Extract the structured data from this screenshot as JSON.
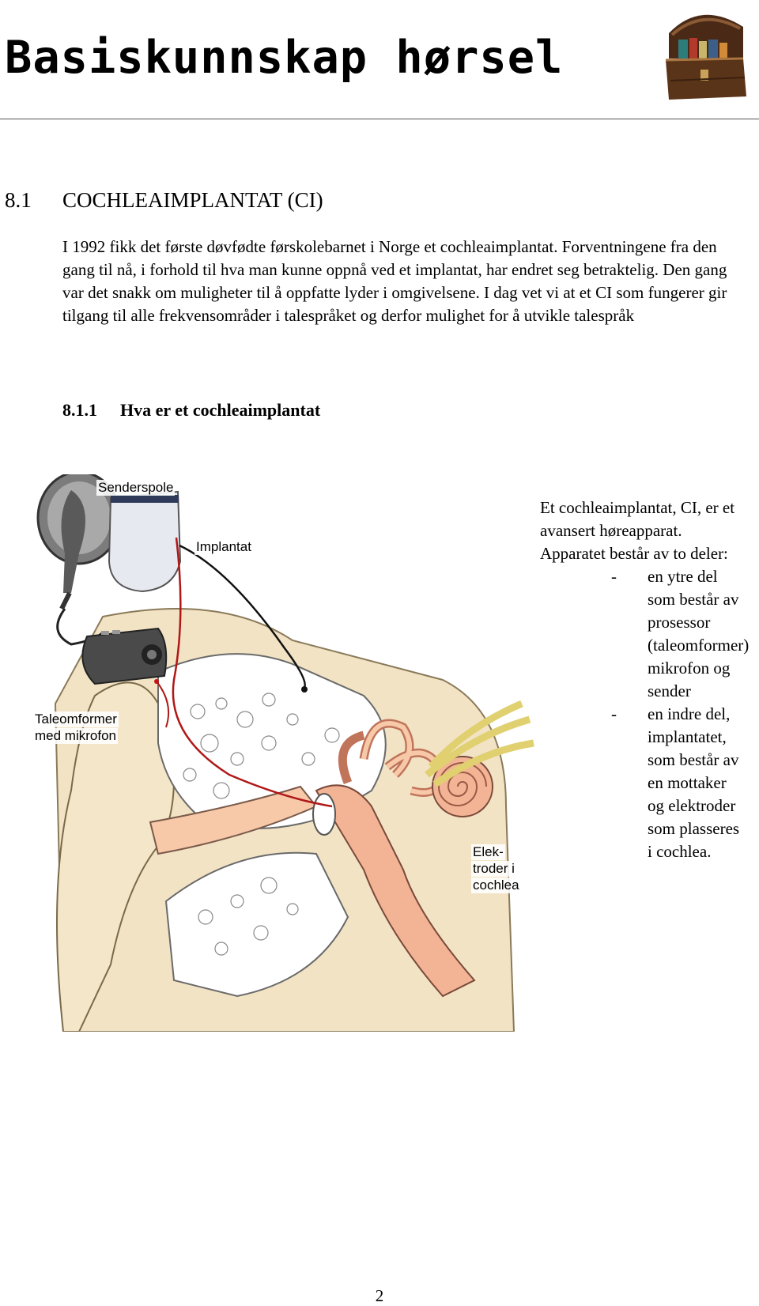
{
  "header": {
    "title": "Basiskunnskap hørsel",
    "logo_icon": "treasure-chest-icon"
  },
  "section": {
    "number": "8.1",
    "title": "COCHLEAIMPLANTAT (CI)",
    "intro": "I 1992 fikk det første døvfødte førskolebarnet i Norge et cochleaimplantat. Forventningene fra den gang til nå, i forhold til hva man kunne oppnå ved et implantat, har endret seg betraktelig. Den gang var det snakk om muligheter til å oppfatte lyder i omgivelsene. I dag vet vi at et CI som fungerer gir tilgang til alle frekvensområder i talespråket og derfor mulighet for å utvikle talespråk"
  },
  "subsection": {
    "number": "8.1.1",
    "title": "Hva er et cochleaimplantat"
  },
  "figure": {
    "labels": {
      "senderspole": "Senderspole",
      "implantat": "Implantat",
      "taleomformer_1": "Taleomformer",
      "taleomformer_2": "med mikrofon",
      "elektroder_1": "Elek-",
      "elektroder_2": "troder i",
      "elektroder_3": "cochlea"
    }
  },
  "side_text": {
    "intro": "Et cochleaimplantat, CI, er et avansert høreapparat. Apparatet består av to deler:",
    "dash": "-",
    "item1": "en ytre del som består av prosessor (taleomformer) mikrofon og sender",
    "item2": "en indre del, implantatet, som består av en mottaker og elektroder som plasseres i cochlea."
  },
  "footer": {
    "page_number": "2"
  }
}
